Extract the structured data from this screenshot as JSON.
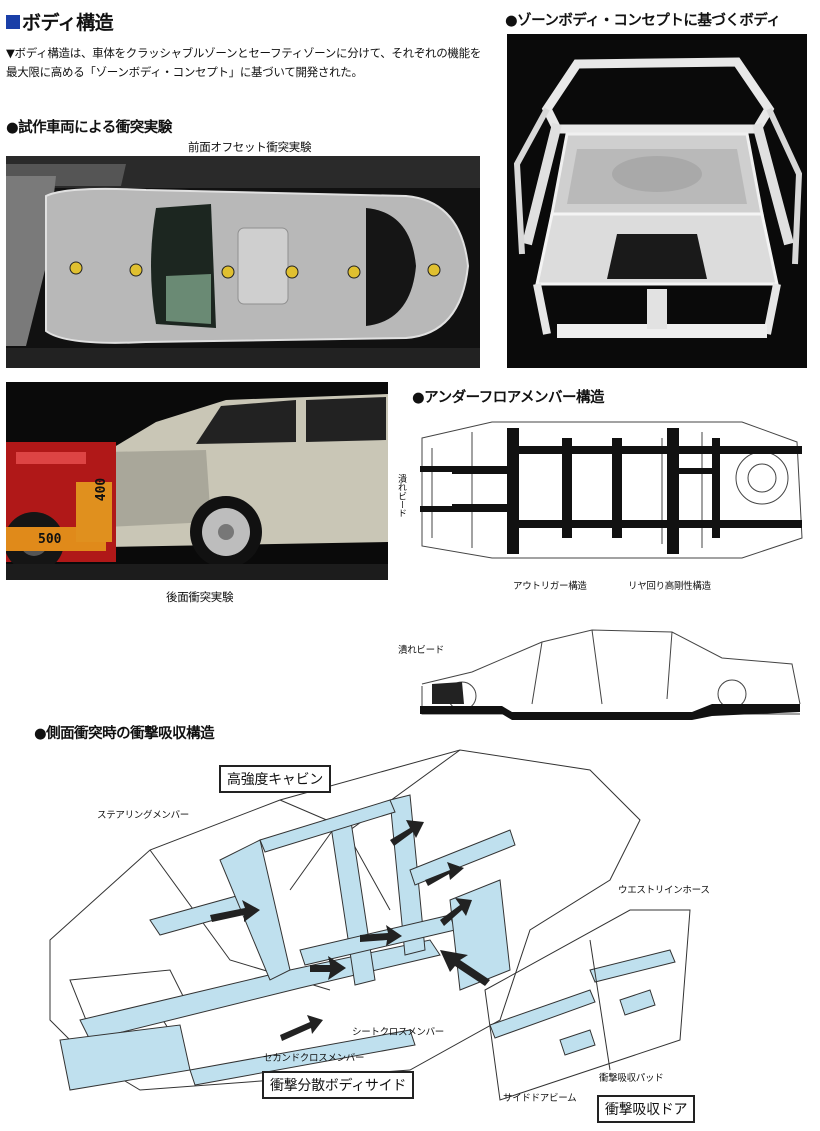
{
  "header": {
    "title": "ボディ構造",
    "intro": "▼ボディ構造は、車体をクラッシャブルゾーンとセーフティゾーンに分けて、それぞれの機能を最大限に高める「ゾーンボディ・コンセプト」に基づいて開発された。"
  },
  "sections": {
    "zone_body": "●ゾーンボディ・コンセプトに基づくボディ",
    "crash_test": "●試作車両による衝突実験",
    "underfloor": "●アンダーフロアメンバー構造",
    "side_impact": "●側面衝突時の衝撃吸収構造"
  },
  "captions": {
    "front_offset": "前面オフセット衝突実験",
    "rear_impact": "後面衝突実験"
  },
  "underfloor_labels": {
    "bead_vertical": "潰れビード",
    "outrigger": "アウトリガー構造",
    "rear_rigid": "リヤ回り高剛性構造",
    "bead_side": "潰れビード"
  },
  "rear_barrier_numbers": {
    "top": "400",
    "bottom": "500"
  },
  "side_labels": {
    "high_strength_cabin": "高強度キャビン",
    "steering_member": "ステアリングメンバー",
    "waist_line_hose": "ウエストリインホース",
    "seat_cross_member": "シートクロスメンバー",
    "second_cross_member": "セカンドクロスメンバー",
    "impact_pad": "衝撃吸収パッド",
    "side_door_beam": "サイドドアビーム",
    "impact_dispersion_body_side": "衝撃分散ボディサイド",
    "impact_absorb_door": "衝撃吸収ドア"
  }
}
